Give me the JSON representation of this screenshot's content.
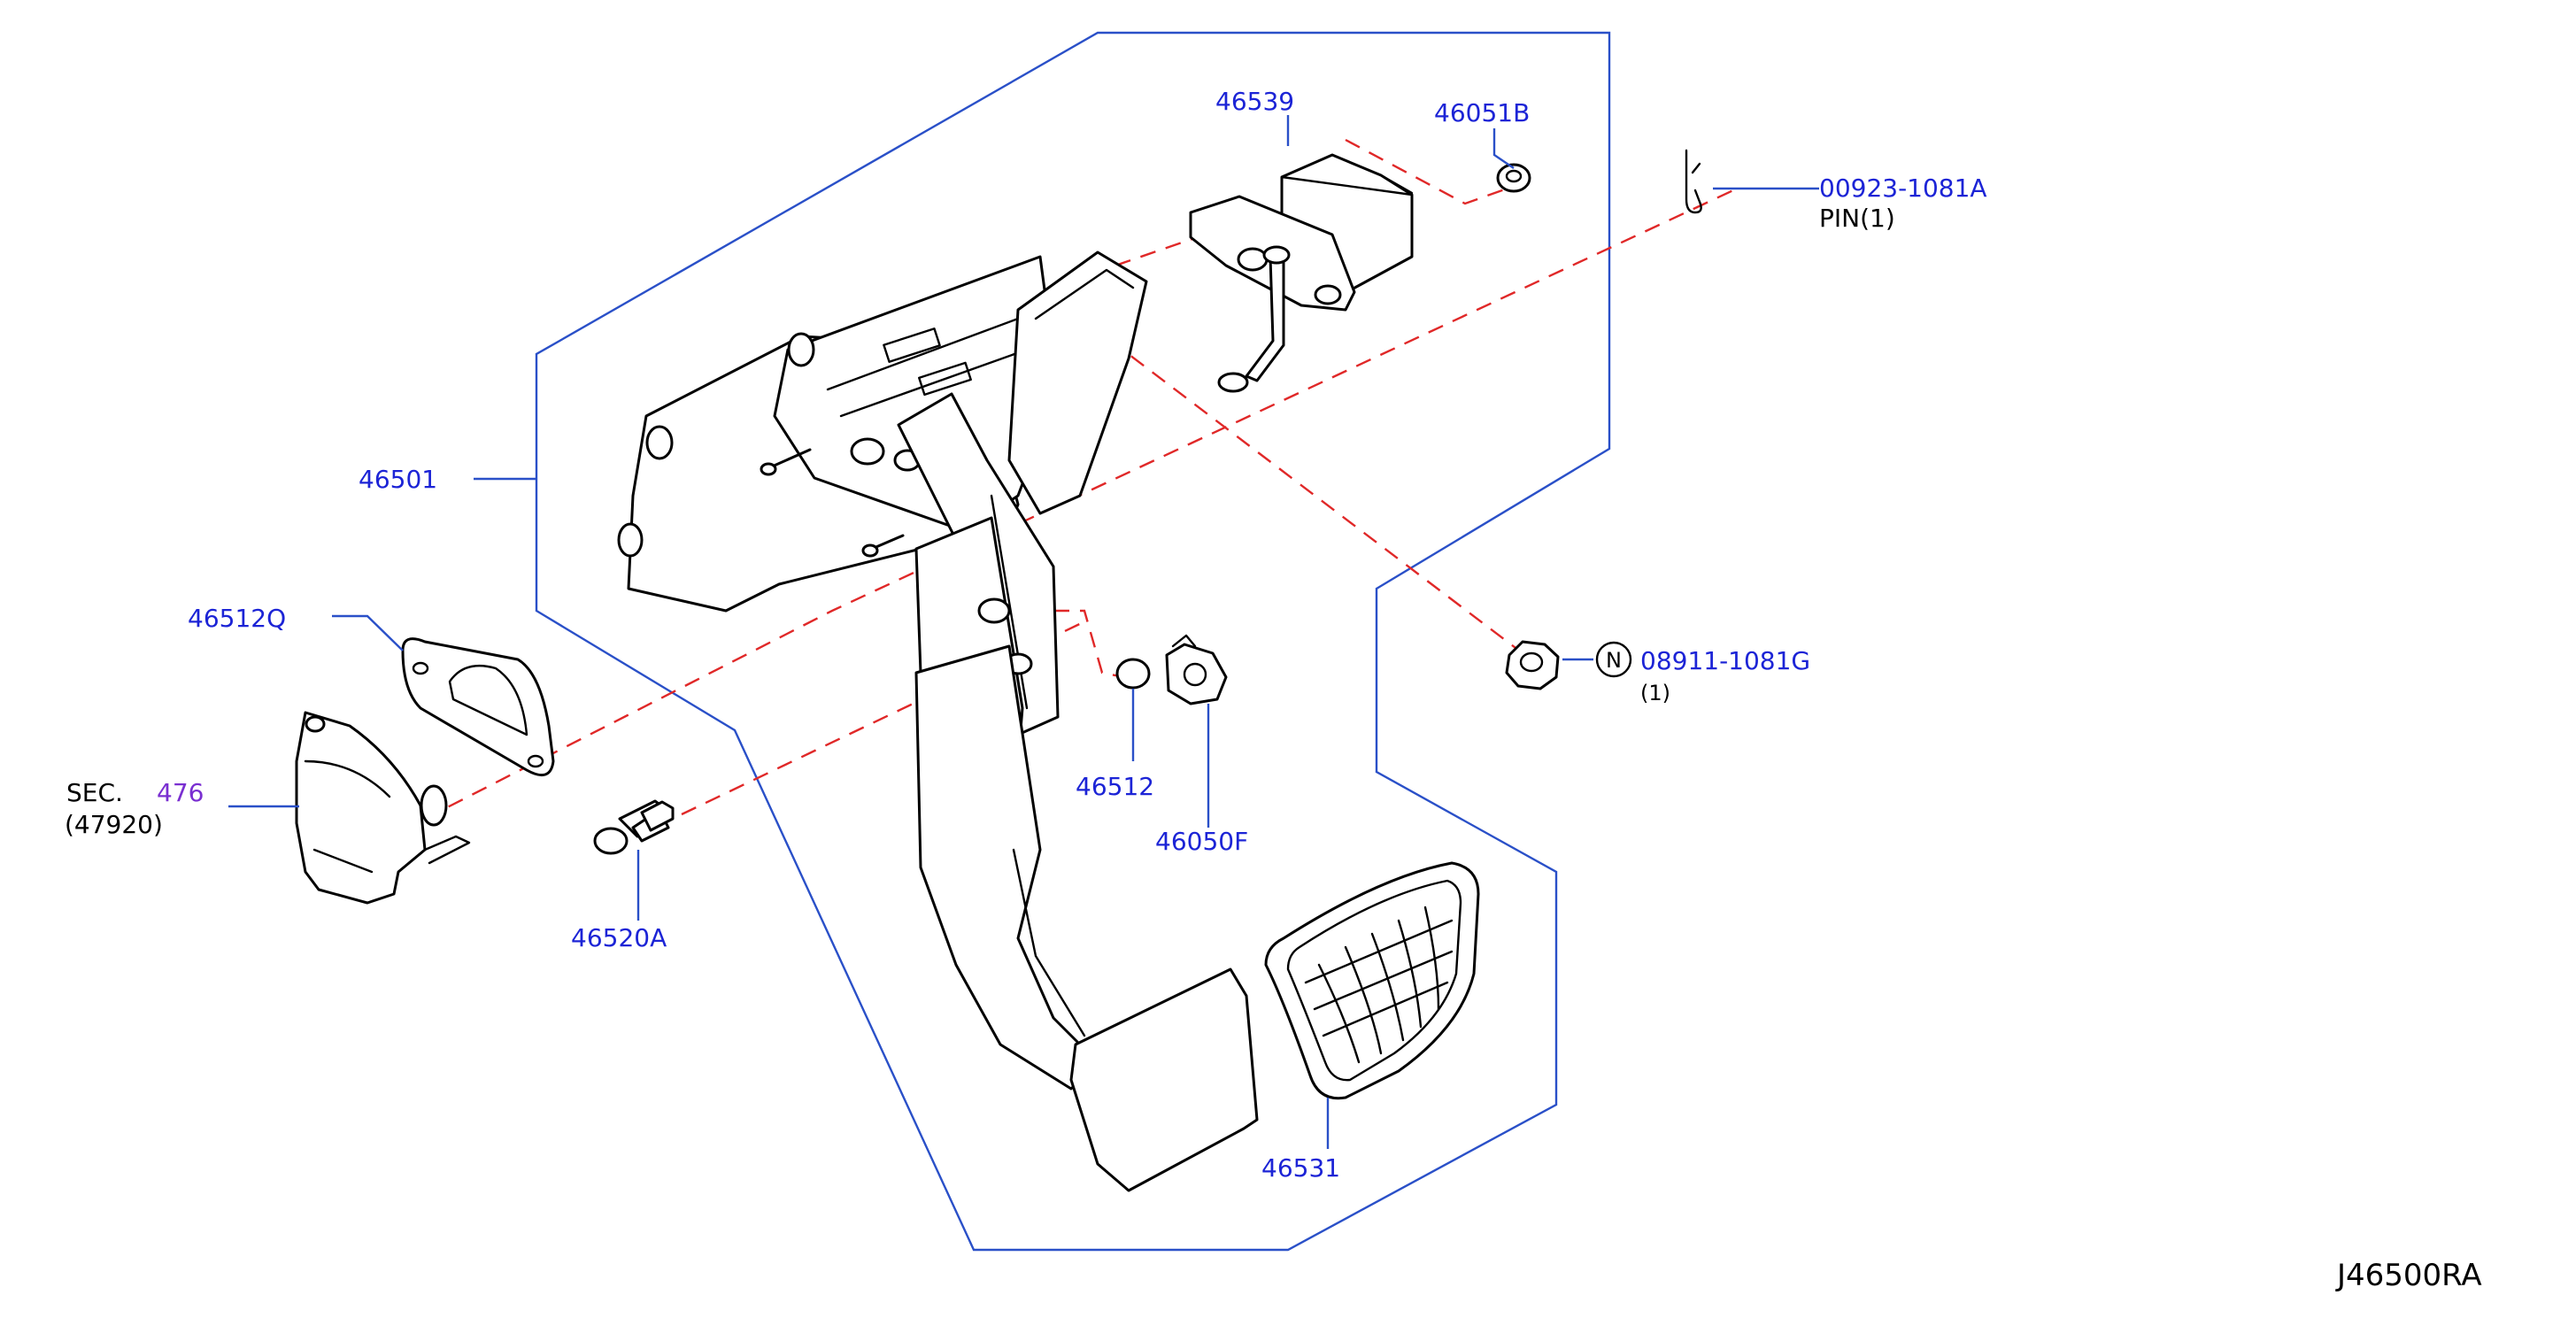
{
  "diagram": {
    "figure_code": "J46500RA",
    "colors": {
      "part_number": "#1c24d6",
      "section_ref": "#7a2fd1",
      "leader_line": "#2a50c8",
      "dashed_axis": "#e02828",
      "outline": "#000000",
      "background": "#ffffff"
    },
    "callouts": {
      "p46539": "46539",
      "p46051B": "46051B",
      "p00923": "00923-1081A",
      "pin_note": "PIN(1)",
      "p46501": "46501",
      "p46512Q": "46512Q",
      "sec_prefix": "SEC.",
      "sec_number": "476",
      "sec_sub": "(47920)",
      "p46520A": "46520A",
      "p46512": "46512",
      "p46050F": "46050F",
      "n_marker": "N",
      "p08911": "08911-1081G",
      "p08911_qty": "(1)",
      "p46531": "46531"
    }
  }
}
